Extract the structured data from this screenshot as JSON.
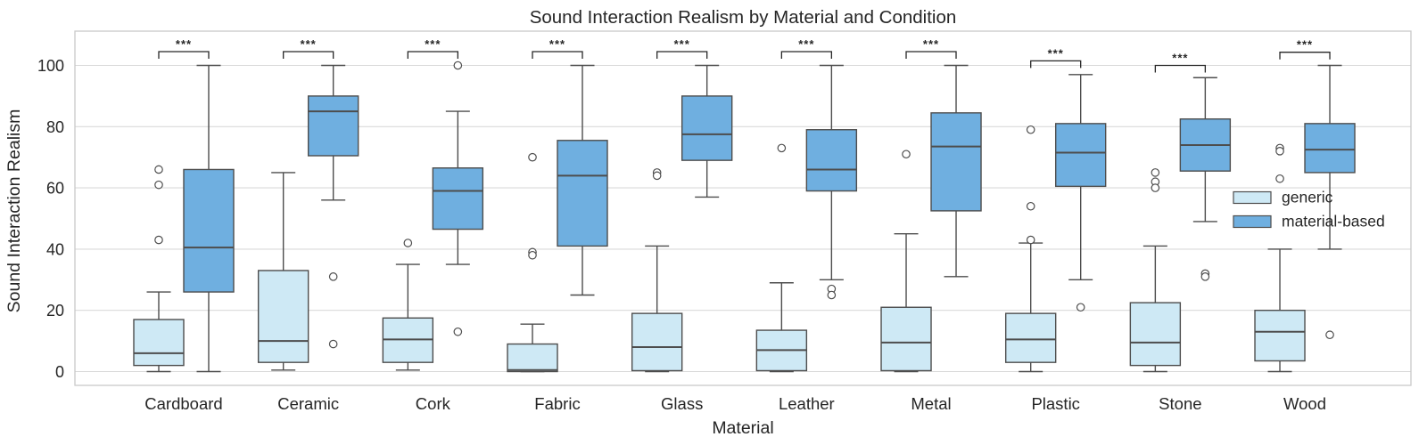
{
  "title": "Sound Interaction Realism by Material and Condition",
  "x_label": "Material",
  "y_label": "Sound Interaction Realism",
  "colors": {
    "generic_fill": "#cee9f5",
    "material_fill": "#6fafe0",
    "edge": "#4d4d4d",
    "grid": "#d9d9d9",
    "frame": "#c9c9c9",
    "text": "#262626",
    "background": "#ffffff"
  },
  "chart_data": {
    "type": "boxplot",
    "title": "Sound Interaction Realism by Material and Condition",
    "xlabel": "Material",
    "ylabel": "Sound Interaction Realism",
    "categories": [
      "Cardboard",
      "Ceramic",
      "Cork",
      "Fabric",
      "Glass",
      "Leather",
      "Metal",
      "Plastic",
      "Stone",
      "Wood"
    ],
    "y_ticks": [
      0,
      20,
      40,
      60,
      80,
      100
    ],
    "ylim": [
      -4.5,
      111
    ],
    "grid": "horizontal",
    "legend_position": "center-right",
    "series": [
      {
        "name": "generic",
        "color": "#cee9f5",
        "boxes": [
          {
            "whislo": 0,
            "q1": 2,
            "med": 6,
            "q3": 17,
            "whishi": 26,
            "outliers": [
              66,
              61,
              43
            ]
          },
          {
            "whislo": 0.5,
            "q1": 3,
            "med": 10,
            "q3": 33,
            "whishi": 65,
            "outliers": []
          },
          {
            "whislo": 0.5,
            "q1": 3,
            "med": 10.5,
            "q3": 17.5,
            "whishi": 35,
            "outliers": [
              42
            ]
          },
          {
            "whislo": 0,
            "q1": 0,
            "med": 0.5,
            "q3": 9,
            "whishi": 15.5,
            "outliers": [
              70,
              39,
              38
            ]
          },
          {
            "whislo": 0,
            "q1": 0.3,
            "med": 8,
            "q3": 19,
            "whishi": 41,
            "outliers": [
              65,
              64
            ]
          },
          {
            "whislo": 0,
            "q1": 0.3,
            "med": 7,
            "q3": 13.5,
            "whishi": 29,
            "outliers": [
              73
            ]
          },
          {
            "whislo": 0,
            "q1": 0.3,
            "med": 9.5,
            "q3": 21,
            "whishi": 45,
            "outliers": [
              71
            ]
          },
          {
            "whislo": 0,
            "q1": 3,
            "med": 10.5,
            "q3": 19,
            "whishi": 42,
            "outliers": [
              79,
              54,
              43
            ]
          },
          {
            "whislo": 0,
            "q1": 2,
            "med": 9.5,
            "q3": 22.5,
            "whishi": 41,
            "outliers": [
              65,
              62,
              60
            ]
          },
          {
            "whislo": 0,
            "q1": 3.5,
            "med": 13,
            "q3": 20,
            "whishi": 40,
            "outliers": [
              73,
              72,
              63
            ]
          }
        ]
      },
      {
        "name": "material-based",
        "color": "#6fafe0",
        "boxes": [
          {
            "whislo": 0,
            "q1": 26,
            "med": 40.5,
            "q3": 66,
            "whishi": 100,
            "outliers": []
          },
          {
            "whislo": 56,
            "q1": 70.5,
            "med": 85,
            "q3": 90,
            "whishi": 100,
            "outliers": [
              31,
              9
            ]
          },
          {
            "whislo": 35,
            "q1": 46.5,
            "med": 59,
            "q3": 66.5,
            "whishi": 85,
            "outliers": [
              100,
              13
            ]
          },
          {
            "whislo": 25,
            "q1": 41,
            "med": 64,
            "q3": 75.5,
            "whishi": 100,
            "outliers": []
          },
          {
            "whislo": 57,
            "q1": 69,
            "med": 77.5,
            "q3": 90,
            "whishi": 100,
            "outliers": []
          },
          {
            "whislo": 30,
            "q1": 59,
            "med": 66,
            "q3": 79,
            "whishi": 100,
            "outliers": [
              27,
              25
            ]
          },
          {
            "whislo": 31,
            "q1": 52.5,
            "med": 73.5,
            "q3": 84.5,
            "whishi": 100,
            "outliers": []
          },
          {
            "whislo": 30,
            "q1": 60.5,
            "med": 71.5,
            "q3": 81,
            "whishi": 97,
            "outliers": [
              21
            ]
          },
          {
            "whislo": 49,
            "q1": 65.5,
            "med": 74,
            "q3": 82.5,
            "whishi": 96,
            "outliers": [
              32,
              31
            ]
          },
          {
            "whislo": 40,
            "q1": 65,
            "med": 72.5,
            "q3": 81,
            "whishi": 100,
            "outliers": [
              12
            ]
          }
        ]
      }
    ],
    "significance": [
      {
        "label": "***",
        "y": 104.5
      },
      {
        "label": "***",
        "y": 104.5
      },
      {
        "label": "***",
        "y": 104.5
      },
      {
        "label": "***",
        "y": 104.5
      },
      {
        "label": "***",
        "y": 104.5
      },
      {
        "label": "***",
        "y": 104.5
      },
      {
        "label": "***",
        "y": 104.5
      },
      {
        "label": "***",
        "y": 101.5
      },
      {
        "label": "***",
        "y": 100
      },
      {
        "label": "***",
        "y": 104.3
      }
    ]
  }
}
